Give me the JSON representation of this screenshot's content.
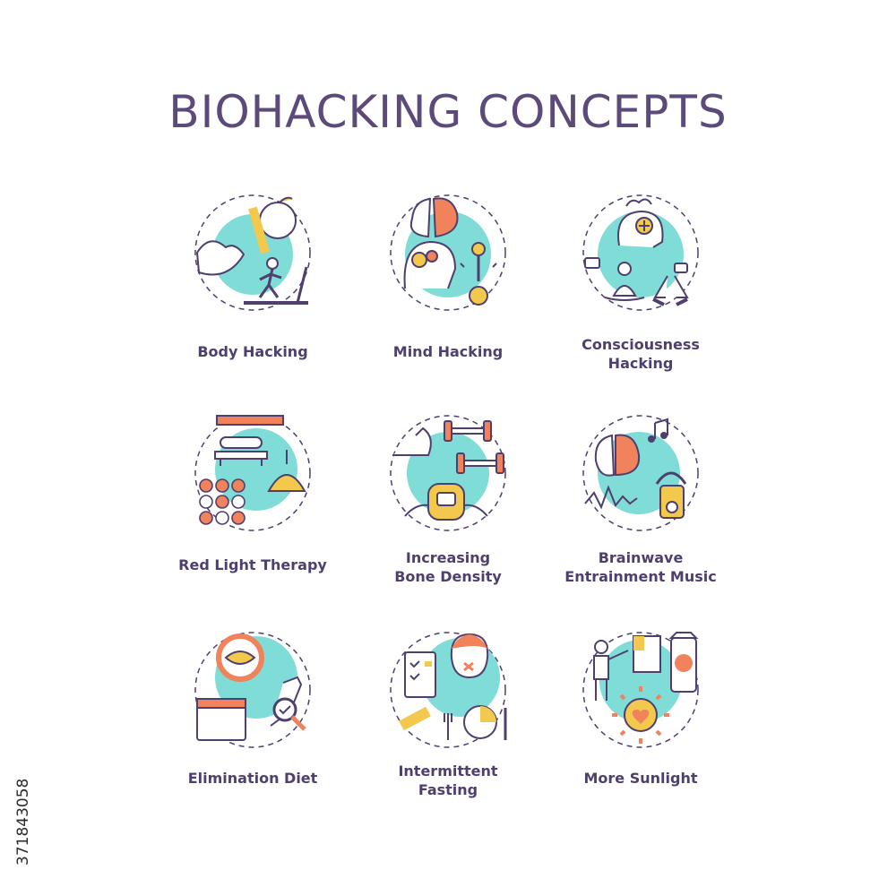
{
  "title": "BIOHACKING CONCEPTS",
  "stock_id": "371843058",
  "colors": {
    "teal": "#7fdcd6",
    "outline": "#4e3f6e",
    "orange": "#f0825c",
    "yellow": "#f2c94c",
    "text": "#4e3f6e"
  },
  "items": [
    {
      "label_lines": [
        "Body Hacking"
      ],
      "icon": "body-hacking-icon"
    },
    {
      "label_lines": [
        "Mind Hacking"
      ],
      "icon": "mind-hacking-icon"
    },
    {
      "label_lines": [
        "Consciousness",
        "Hacking"
      ],
      "icon": "consciousness-hacking-icon"
    },
    {
      "label_lines": [
        "Red Light Therapy"
      ],
      "icon": "red-light-therapy-icon"
    },
    {
      "label_lines": [
        "Increasing",
        "Bone Density"
      ],
      "icon": "bone-density-icon"
    },
    {
      "label_lines": [
        "Brainwave",
        "Entrainment Music"
      ],
      "icon": "brainwave-music-icon"
    },
    {
      "label_lines": [
        "Elimination Diet"
      ],
      "icon": "elimination-diet-icon"
    },
    {
      "label_lines": [
        "Intermittent",
        "Fasting"
      ],
      "icon": "intermittent-fasting-icon"
    },
    {
      "label_lines": [
        "More Sunlight"
      ],
      "icon": "more-sunlight-icon"
    }
  ]
}
